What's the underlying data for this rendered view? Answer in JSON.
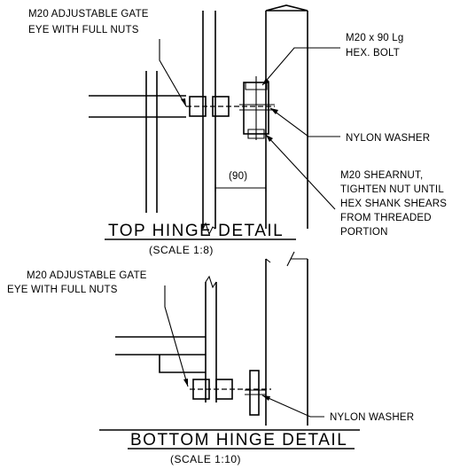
{
  "top": {
    "gate_eye_label": [
      "M20 ADJUSTABLE GATE",
      "EYE WITH FULL NUTS"
    ],
    "bolt_label": [
      "M20 x 90 Lg",
      "HEX. BOLT"
    ],
    "washer_label": "NYLON WASHER",
    "shearnut_label": [
      "M20 SHEARNUT,",
      "TIGHTEN NUT UNTIL",
      "HEX SHANK SHEARS",
      "FROM THREADED",
      "PORTION"
    ],
    "dimension": "(90)",
    "title": "TOP HINGE DETAIL",
    "scale": "(SCALE 1:8)"
  },
  "bottom": {
    "gate_eye_label": [
      "M20 ADJUSTABLE GATE",
      "EYE WITH FULL NUTS"
    ],
    "washer_label": "NYLON WASHER",
    "title": "BOTTOM HINGE DETAIL",
    "scale": "(SCALE 1:10)"
  }
}
